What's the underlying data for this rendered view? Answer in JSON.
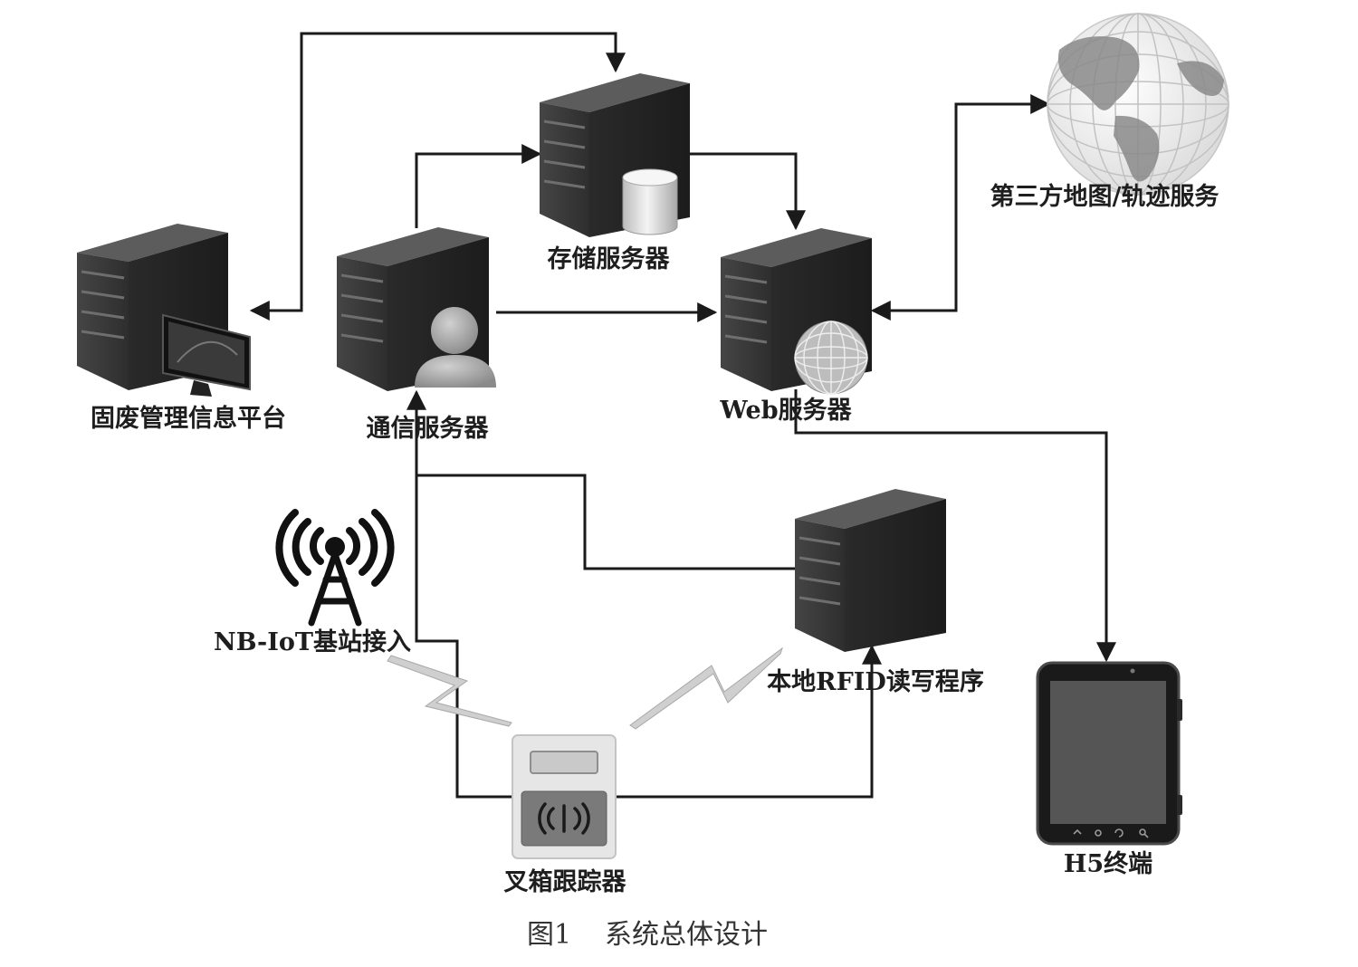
{
  "nodes": {
    "platform": "固废管理信息平台",
    "comm_server": "通信服务器",
    "storage_server": "存储服务器",
    "web_server": "Web服务器",
    "third_party": "第三方地图/轨迹服务",
    "nbiot": "NB-IoT基站接入",
    "rfid_program": "本地RFID读写程序",
    "tracker": "叉箱跟踪器",
    "h5": "H5终端"
  },
  "caption": {
    "figure_no": "图1",
    "title": "系统总体设计"
  },
  "colors": {
    "server_front": "#3a3a3a",
    "server_side": "#262626",
    "server_top": "#5c5c5c",
    "connector": "#1a1a1a"
  }
}
